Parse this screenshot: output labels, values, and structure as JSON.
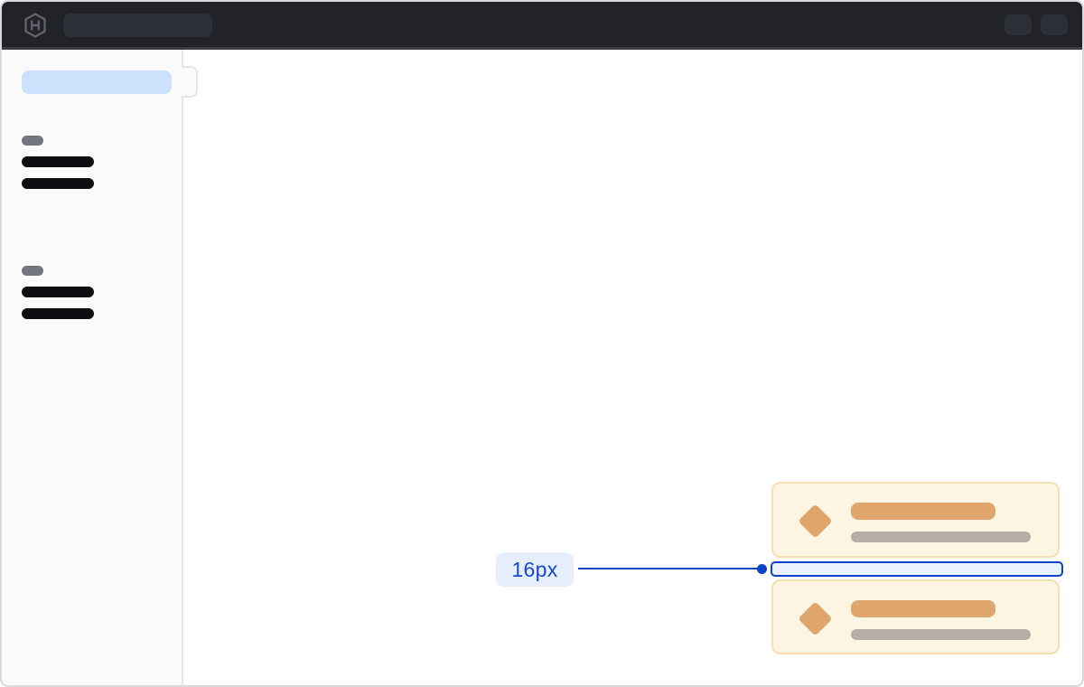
{
  "header": {
    "logo_icon": "hashicorp-logo-icon",
    "nav_pill": "nav-skeleton-pill",
    "action_icons": [
      "header-action-placeholder-1",
      "header-action-placeholder-2"
    ]
  },
  "sidebar": {
    "active_item": "active-nav-skeleton-pill",
    "collapse_tab": "sidebar-collapse-tab",
    "groups": [
      {
        "heading_icon": "group-label-skeleton",
        "item_count": 2
      },
      {
        "heading_icon": "group-label-skeleton",
        "item_count": 2
      }
    ]
  },
  "cards": [
    {
      "icon": "diamond-icon",
      "title": "title-skeleton-bar",
      "subtitle": "subtitle-skeleton-bar"
    },
    {
      "icon": "diamond-icon",
      "title": "title-skeleton-bar",
      "subtitle": "subtitle-skeleton-bar"
    }
  ],
  "annotation": {
    "label": "16px",
    "measured_gap": "16px",
    "target": "vertical spacing between the two cards"
  },
  "colors": {
    "header_bg": "#212329",
    "header_border": "#3a3d44",
    "header_pill": "#2c2f37",
    "logo": "#63666d",
    "window_border": "#d9dadd",
    "sidebar_bg": "#fafafa",
    "sidebar_border": "#e4e5e9",
    "skeleton_dark": "#0d0e11",
    "skeleton_gray": "#73767c",
    "active_pill": "#cce1fc",
    "card_bg": "#fdf5e1",
    "card_border": "#f4e0ae",
    "card_orange": "#dfa56a",
    "card_gray": "#b4aea5",
    "accent_blue": "#0b43c7",
    "label_bg": "#e7effd",
    "label_text": "#1748d3",
    "highlight_fill": "#eaf2fd"
  }
}
